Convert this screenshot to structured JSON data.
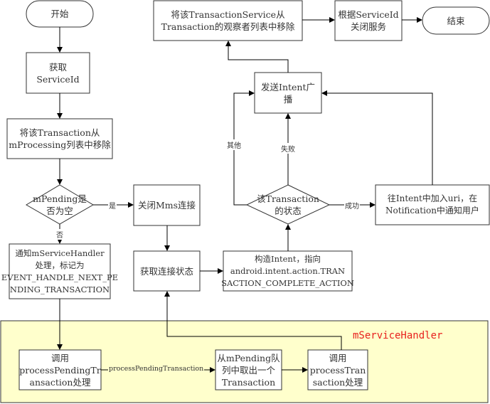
{
  "diagram": {
    "group": {
      "title": "mServiceHandler",
      "fill": "#ffffcc",
      "title_color": "#e8201e"
    },
    "nodes": {
      "start": "开始",
      "get_service_id": "获取ServiceId",
      "remove_from_processing": "将该Transaction从\nmProcessing列表中移除",
      "pending_empty": "mPending是\n否为空",
      "notify_handler": "通知mServiceHandler\n处理，标记为\nEVENT_HANDLE_NEXT_PE\nNDING_TRANSACTION",
      "close_mms": "关闭Mms连接",
      "get_conn_state": "获取连接状态",
      "build_intent": "构造Intent，指向\nandroid.intent.action.TRAN\nSACTION_COMPLETE_ACTION",
      "transaction_state": "该Transaction\n的状态",
      "add_uri_notify": "往Intent中加入uri，在\nNotification中通知用户",
      "send_broadcast": "发送Intent广\n播",
      "remove_observer": "将该TransactionService从\nTransaction的观察者列表中移除",
      "close_service": "根据ServiceId\n关闭服务",
      "end": "结束",
      "call_process_pending": "调用\nprocessPendingTr\nansaction处理",
      "take_from_pending": "从mPending队\n列中取出一个\nTransaction",
      "call_process_transaction": "调用\nprocessTran\nsaction处理"
    },
    "edge_labels": {
      "yes": "是",
      "no": "否",
      "success": "成功",
      "failure": "失败",
      "other": "其他",
      "process_pending_transaction": "processPendingTransaction"
    }
  }
}
